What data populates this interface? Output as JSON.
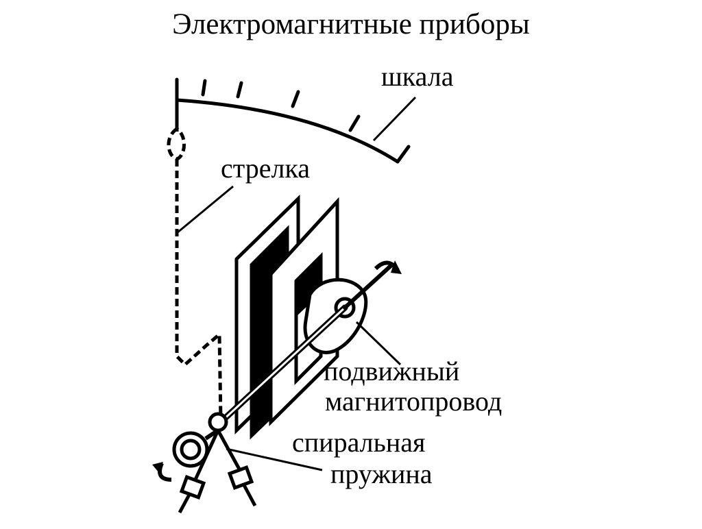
{
  "title": "Электромагнитные приборы",
  "labels": {
    "scale": "шкала",
    "needle": "стрелка",
    "core_line1": "подвижный",
    "core_line2": "магнитопровод",
    "spring_line1": "спиральная",
    "spring_line2": "пружина"
  },
  "colors": {
    "ink": "#000000",
    "paper": "#ffffff"
  }
}
